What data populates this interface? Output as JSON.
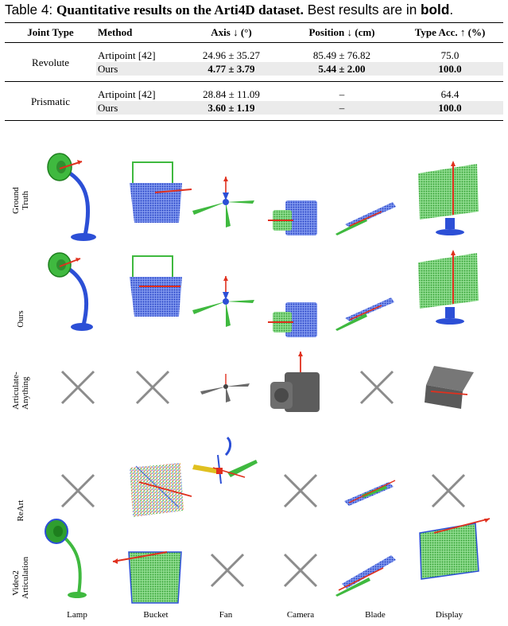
{
  "caption": {
    "prefix": "Table 4: ",
    "title": "Quantitative results on the Arti4D dataset.",
    "suffix_pre": " Best results are in ",
    "suffix_bold": "bold",
    "suffix_end": "."
  },
  "table": {
    "headers": [
      "Joint Type",
      "Method",
      "Axis ↓ (°)",
      "Position ↓ (cm)",
      "Type Acc. ↑ (%)"
    ],
    "groups": [
      {
        "joint_type": "Revolute",
        "rows": [
          {
            "method": "Artipoint [42]",
            "axis": "24.96 ± 35.27",
            "position": "85.49 ± 76.82",
            "type_acc": "75.0",
            "bold": false
          },
          {
            "method": "Ours",
            "axis": "4.77 ± 3.79",
            "position": "5.44 ± 2.00",
            "type_acc": "100.0",
            "bold": true
          }
        ]
      },
      {
        "joint_type": "Prismatic",
        "rows": [
          {
            "method": "Artipoint [42]",
            "axis": "28.84 ± 11.09",
            "position": "–",
            "type_acc": "64.4",
            "bold": false
          },
          {
            "method": "Ours",
            "axis": "3.60 ± 1.19",
            "position": "–",
            "type_acc": "100.0",
            "bold": true
          }
        ]
      }
    ]
  },
  "figure": {
    "row_labels": [
      [
        "Ground",
        "Truth"
      ],
      [
        "Ours"
      ],
      [
        "Articulate-",
        "Anything"
      ],
      [
        "ReArt"
      ],
      [
        "Video2",
        "Articulation"
      ]
    ],
    "column_labels": [
      "Lamp",
      "Bucket",
      "Fan",
      "Camera",
      "Blade",
      "Display"
    ],
    "colors": {
      "green": "#3fb93f",
      "blue": "#2c4fd6",
      "axis_red": "#e0301e",
      "cross": "#8c8c8c",
      "gray_mesh": "#5c5c5c"
    }
  }
}
